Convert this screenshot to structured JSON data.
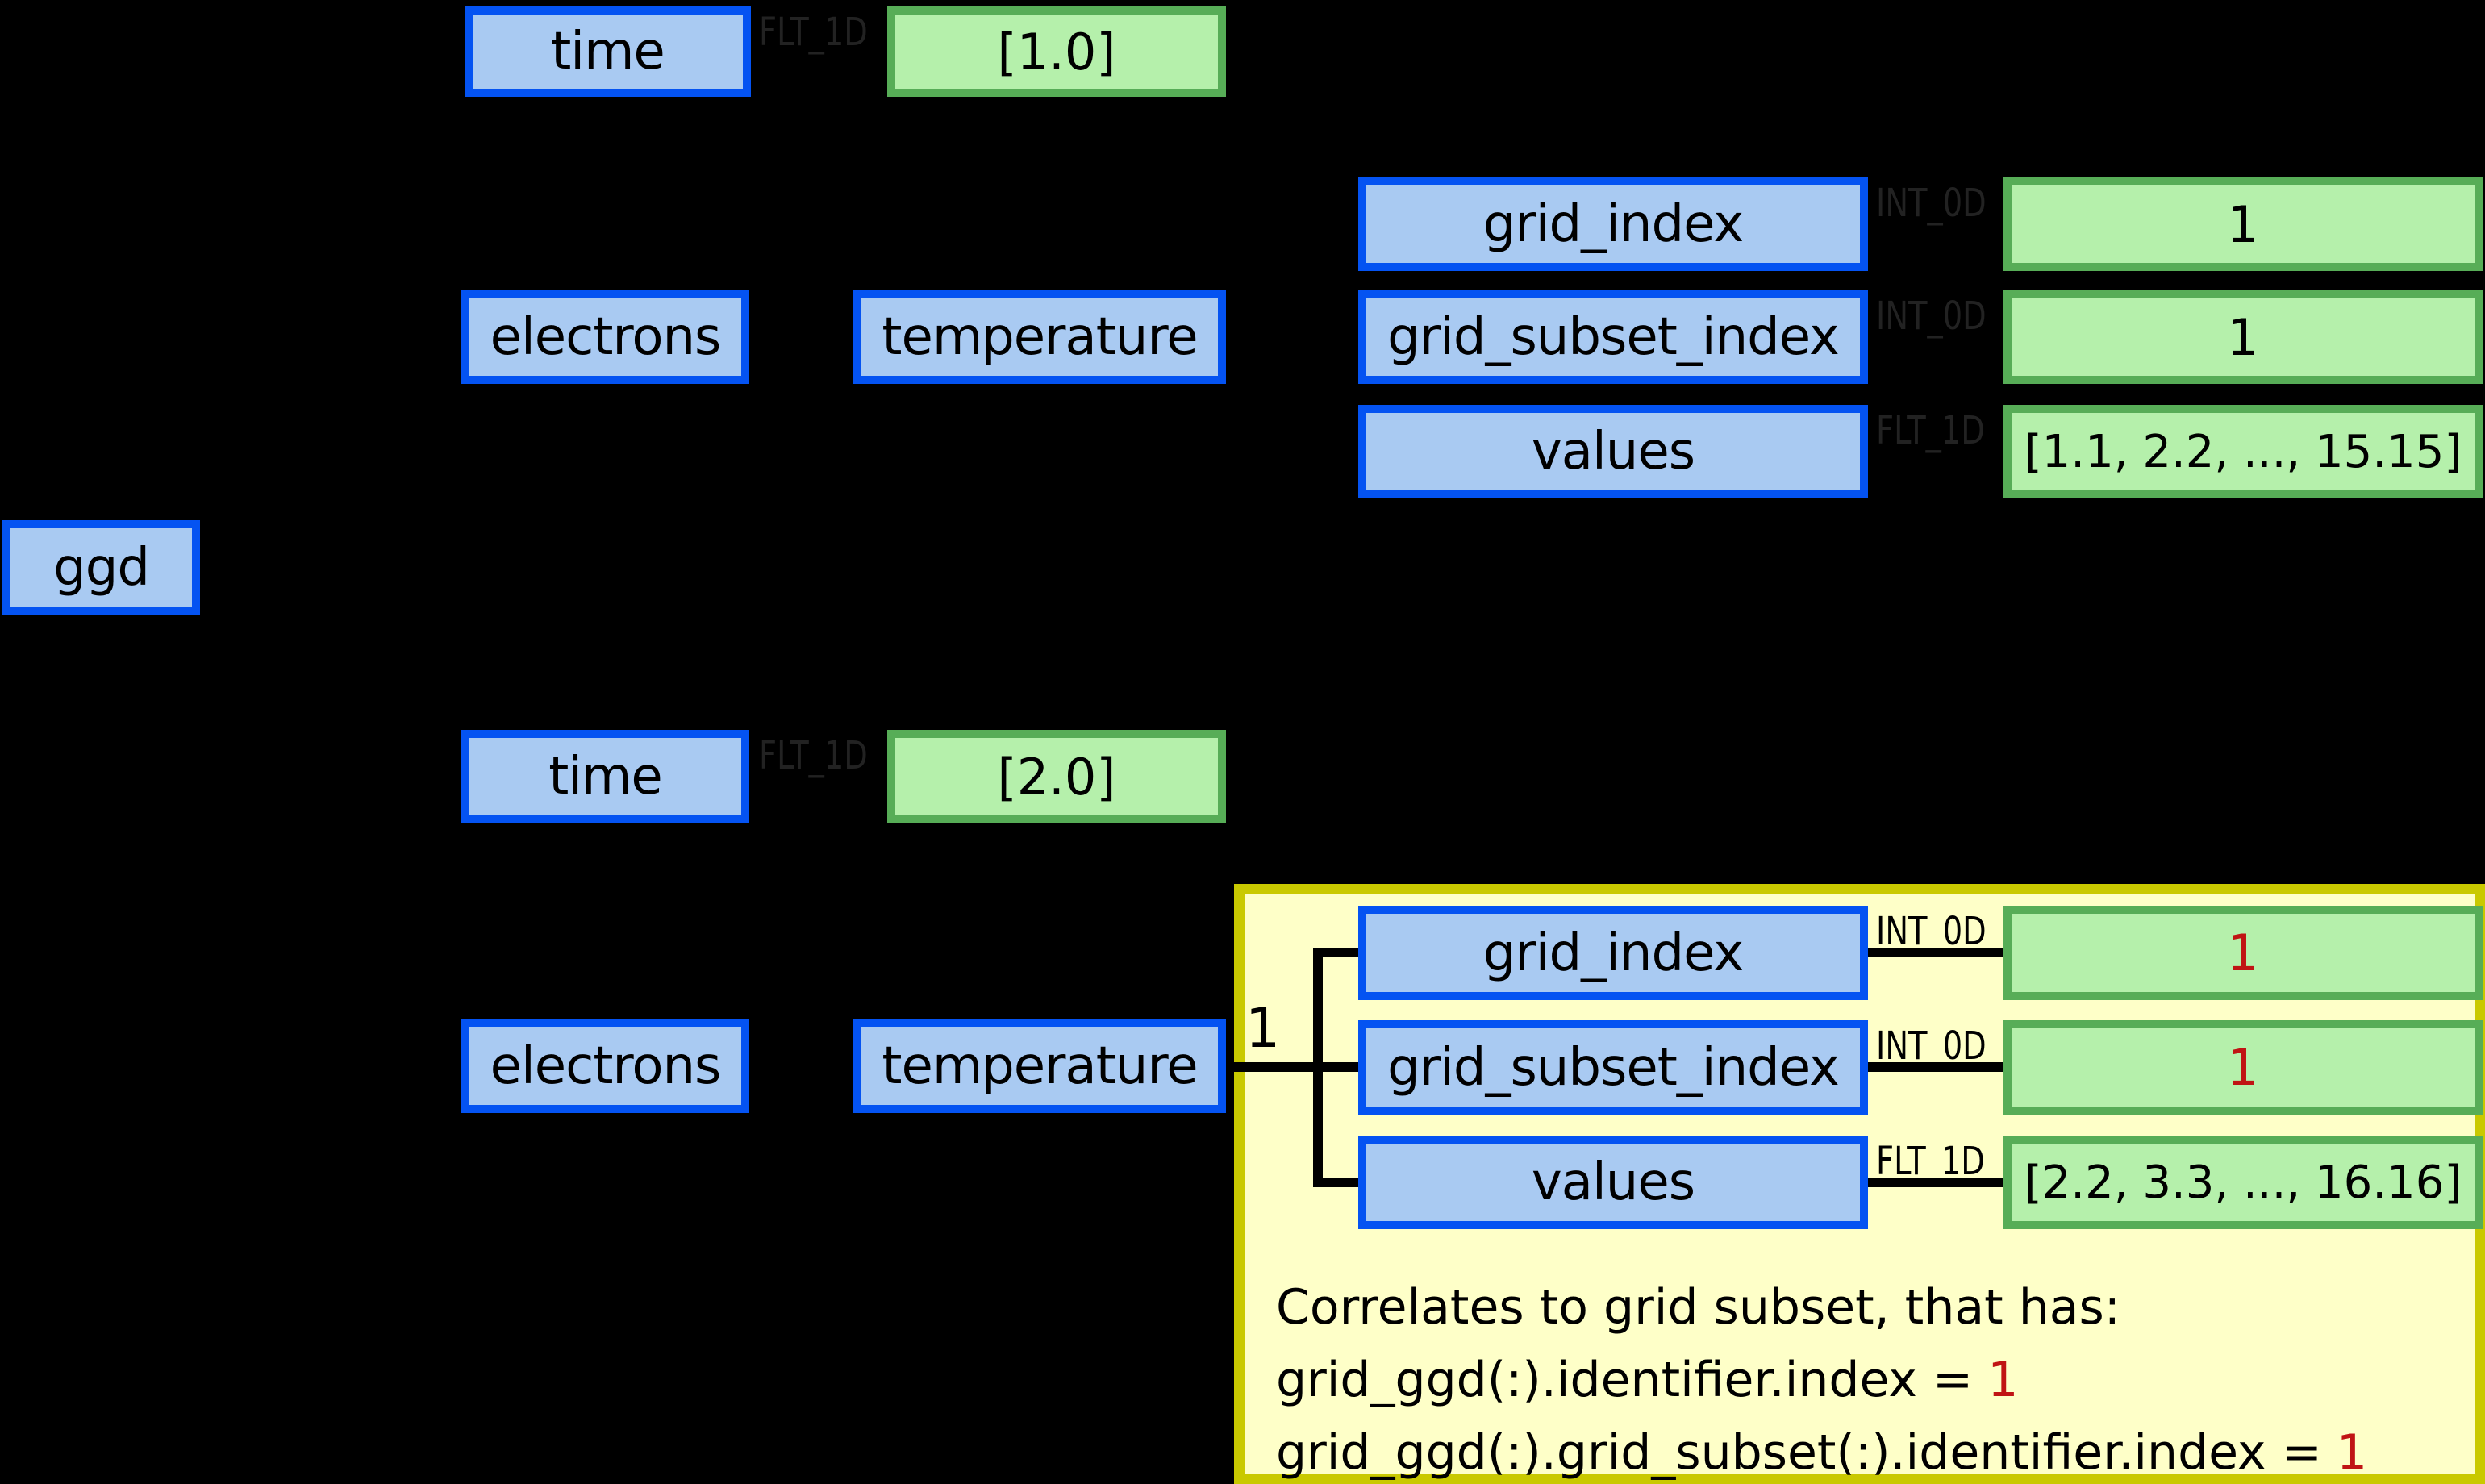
{
  "colors": {
    "background": "#000000",
    "node_fill": "#a9caf2",
    "node_border": "#0453f2",
    "value_fill": "#b5f0ab",
    "value_border": "#57ad59",
    "panel_fill": "#feffc8",
    "panel_border": "#c9c900",
    "highlight_red": "#c01414",
    "dim_label": "#222222"
  },
  "nodes": {
    "ggd": "ggd",
    "slice1": {
      "time": {
        "name": "time",
        "dtype": "FLT_1D",
        "value": "[1.0]"
      },
      "electrons": "electrons",
      "temperature": "temperature",
      "grid_index": {
        "name": "grid_index",
        "dtype": "INT_0D",
        "value": "1"
      },
      "grid_subset_index": {
        "name": "grid_subset_index",
        "dtype": "INT_0D",
        "value": "1"
      },
      "values": {
        "name": "values",
        "dtype": "FLT_1D",
        "value": "[1.1, 2.2, ..., 15.15]"
      }
    },
    "slice2": {
      "time": {
        "name": "time",
        "dtype": "FLT_1D",
        "value": "[2.0]"
      },
      "electrons": "electrons",
      "temperature": "temperature",
      "occurrence_label": "1",
      "grid_index": {
        "name": "grid_index",
        "dtype": "INT_0D",
        "value": "1"
      },
      "grid_subset_index": {
        "name": "grid_subset_index",
        "dtype": "INT_0D",
        "value": "1"
      },
      "values": {
        "name": "values",
        "dtype": "FLT_1D",
        "value": "[2.2, 3.3, ..., 16.16]"
      }
    }
  },
  "annotation": {
    "line1": "Correlates to grid subset, that has:",
    "line2_text": "grid_ggd(:).identifier.index =",
    "line2_value": "1",
    "line3_text": "grid_ggd(:).grid_subset(:).identifier.index =",
    "line3_value": "1"
  }
}
